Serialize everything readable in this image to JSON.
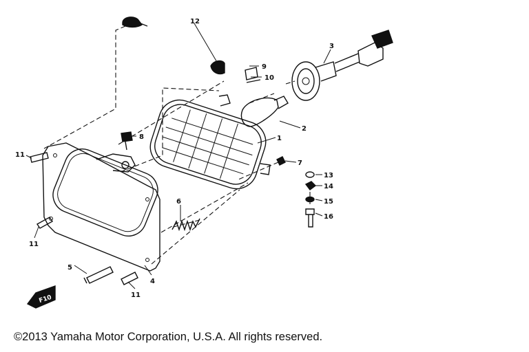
{
  "diagram": {
    "labels": {
      "p1": "1",
      "p2": "2",
      "p3": "3",
      "p4": "4",
      "p5": "5",
      "p6": "6",
      "p7": "7",
      "p8": "8",
      "p9": "9",
      "p10": "10",
      "p11a": "11",
      "p11b": "11",
      "p11c": "11",
      "p12": "12",
      "p13": "13",
      "p14": "14",
      "p15": "15",
      "p16": "16"
    },
    "logo_text": "F10"
  },
  "footer": {
    "copyright": "©2013 Yamaha Motor Corporation, U.S.A. All rights reserved."
  }
}
